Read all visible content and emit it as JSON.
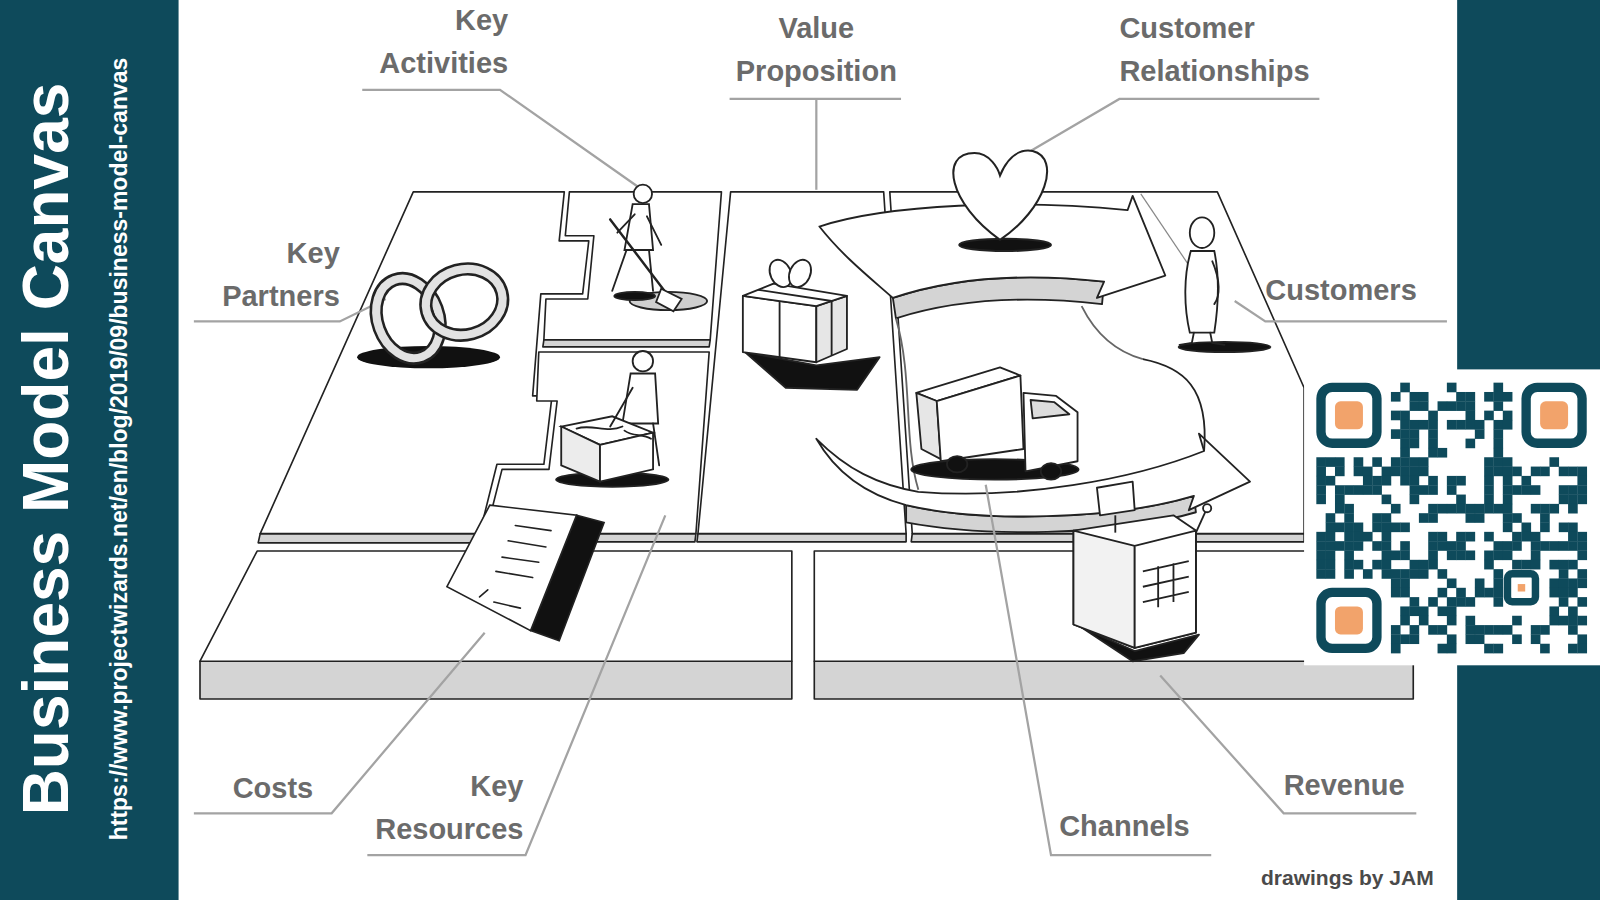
{
  "diagram": {
    "title": "Business Model Canvas",
    "labels": [
      "https://www.projectwizards.net/en/blog/2019/09/business-model-canvas",
      "Key Activities",
      "Value Proposition",
      "Customer Relationships",
      "Key Partners",
      "Customers",
      "Costs",
      "Key Resources",
      "Revenue",
      "Channels",
      "drawings by JAM"
    ]
  }
}
